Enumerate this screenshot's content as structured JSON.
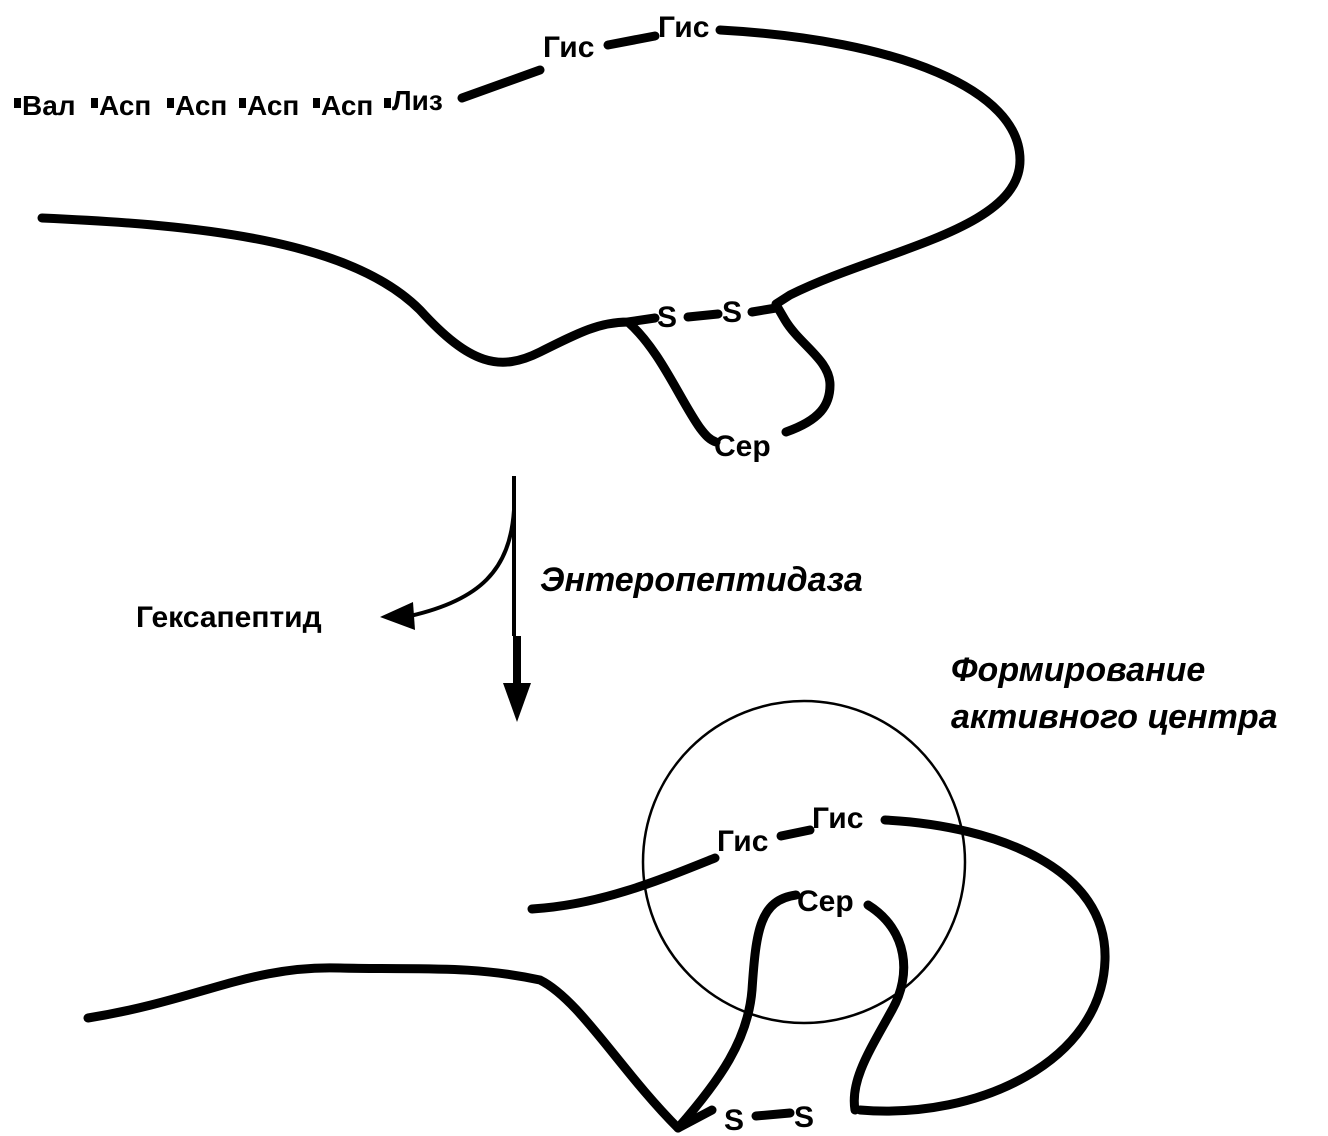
{
  "top_molecule": {
    "sequence": [
      {
        "label": "Вал"
      },
      {
        "label": "Асп"
      },
      {
        "label": "Асп"
      },
      {
        "label": "Асп"
      },
      {
        "label": "Асп"
      },
      {
        "label": "Лиз"
      }
    ],
    "his_1": "Гис",
    "his_2": "Гис",
    "s_left": "S",
    "s_right": "S",
    "ser": "Сер"
  },
  "reaction": {
    "enzyme": "Энтеропептидаза",
    "product": "Гексапептид"
  },
  "bottom_molecule": {
    "caption_line1": "Формирование",
    "caption_line2": "активного центра",
    "his_1": "Гис",
    "his_2": "Гис",
    "ser": "Сер",
    "s_left": "S",
    "s_right": "S"
  }
}
